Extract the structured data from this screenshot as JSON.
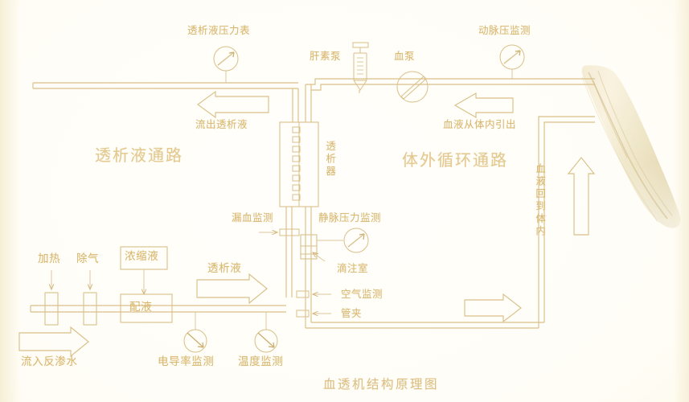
{
  "diagram": {
    "title": "血透机结构原理图",
    "accent_color": "#d8b871",
    "heading_color": "#e3c98f",
    "line_color": "#d9c089",
    "background_color": "#fffdf6"
  },
  "headings": {
    "dialysate_circuit": "透析液通路",
    "extracorporeal_circuit": "体外循环通路"
  },
  "labels": {
    "dialysate_pressure_gauge": "透析液压力表",
    "outflow_dialysate": "流出透析液",
    "heparin_pump": "肝素泵",
    "blood_pump": "血泵",
    "arterial_pressure_monitor": "动脉压监测",
    "blood_drawn_from_body": "血液从体内引出",
    "dialyzer": "透析器",
    "blood_leak_monitor": "漏血监测",
    "venous_pressure_monitor": "静脉压力监测",
    "drip_chamber": "滴注室",
    "air_monitor": "空气监测",
    "tube_clamp": "管夹",
    "blood_returns_to_body": "血液回到体内",
    "heating": "加热",
    "degassing": "除气",
    "concentrate": "浓缩液",
    "mixing": "配液",
    "dialysate": "透析液",
    "inflow_ro_water": "流入反渗水",
    "conductivity_monitor": "电导率监测",
    "temperature_monitor": "温度监测"
  },
  "components": {
    "gauges": [
      {
        "name": "dialysate-pressure-gauge",
        "label": "透析液压力表"
      },
      {
        "name": "arterial-pressure-gauge",
        "label": "动脉压监测"
      },
      {
        "name": "venous-pressure-gauge",
        "label": "静脉压力监测"
      },
      {
        "name": "conductivity-gauge",
        "label": "电导率监测"
      },
      {
        "name": "temperature-gauge",
        "label": "温度监测"
      }
    ],
    "flow_arrows": [
      {
        "name": "outflow-dialysate-arrow",
        "direction": "left",
        "label": "流出透析液"
      },
      {
        "name": "blood-draw-arrow",
        "direction": "left",
        "label": "血液从体内引出"
      },
      {
        "name": "blood-return-arrow",
        "direction": "up",
        "label": "血液回到体内"
      },
      {
        "name": "dialysate-supply-arrow",
        "direction": "right",
        "label": "透析液"
      },
      {
        "name": "ro-water-inflow-arrow",
        "direction": "right",
        "label": "流入反渗水"
      },
      {
        "name": "dialysate-return-arrow",
        "direction": "right",
        "label": ""
      }
    ],
    "modules": [
      {
        "name": "heating-module",
        "label": "加热"
      },
      {
        "name": "degassing-module",
        "label": "除气"
      },
      {
        "name": "concentrate-box",
        "label": "浓缩液"
      },
      {
        "name": "mixing-box",
        "label": "配液"
      }
    ],
    "sensors": [
      {
        "name": "air-monitor-sensor",
        "label": "空气监测"
      },
      {
        "name": "tube-clamp-sensor",
        "label": "管夹"
      },
      {
        "name": "blood-leak-sensor",
        "label": "漏血监测"
      }
    ]
  }
}
